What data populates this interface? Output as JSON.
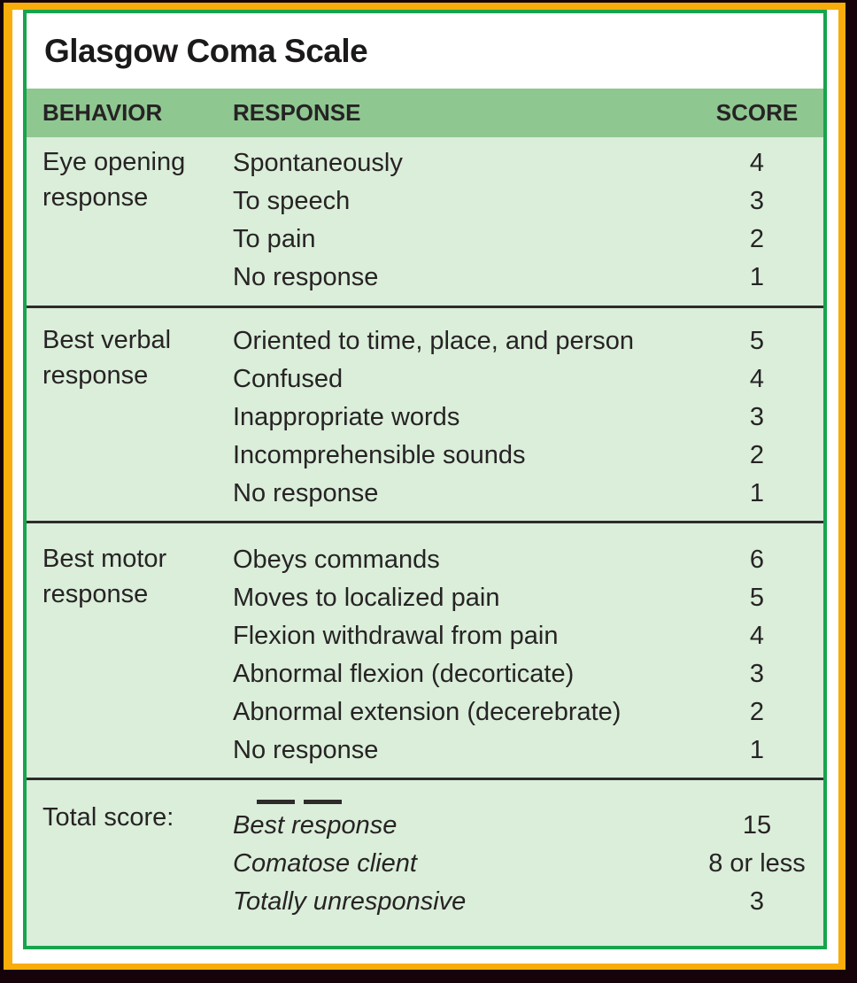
{
  "title": "Glasgow Coma Scale",
  "headers": {
    "behavior": "BEHAVIOR",
    "response": "RESPONSE",
    "score": "SCORE"
  },
  "sections": [
    {
      "behavior": "Eye opening response",
      "rows": [
        {
          "response": "Spontaneously",
          "score": "4"
        },
        {
          "response": "To speech",
          "score": "3"
        },
        {
          "response": "To pain",
          "score": "2"
        },
        {
          "response": "No response",
          "score": "1"
        }
      ]
    },
    {
      "behavior": "Best verbal response",
      "rows": [
        {
          "response": "Oriented to time, place, and person",
          "score": "5"
        },
        {
          "response": "Confused",
          "score": "4"
        },
        {
          "response": "Inappropriate words",
          "score": "3"
        },
        {
          "response": "Incomprehensible sounds",
          "score": "2"
        },
        {
          "response": "No response",
          "score": "1"
        }
      ]
    },
    {
      "behavior": "Best motor response",
      "rows": [
        {
          "response": "Obeys commands",
          "score": "6"
        },
        {
          "response": "Moves to localized pain",
          "score": "5"
        },
        {
          "response": "Flexion withdrawal from pain",
          "score": "4"
        },
        {
          "response": "Abnormal flexion (decorticate)",
          "score": "3"
        },
        {
          "response": "Abnormal extension (decerebrate)",
          "score": "2"
        },
        {
          "response": "No response",
          "score": "1"
        }
      ]
    }
  ],
  "total": {
    "label": "Total score:",
    "rows": [
      {
        "response": "Best response",
        "score": "15"
      },
      {
        "response": "Comatose client",
        "score": "8 or less"
      },
      {
        "response": "Totally unresponsive",
        "score": "3"
      }
    ]
  },
  "colors": {
    "outer_border": "#16030a",
    "gold_border": "#f8ad0a",
    "table_border_green": "#17a44d",
    "header_green": "#8fc791",
    "body_green": "#daeeda",
    "text": "#272324"
  }
}
